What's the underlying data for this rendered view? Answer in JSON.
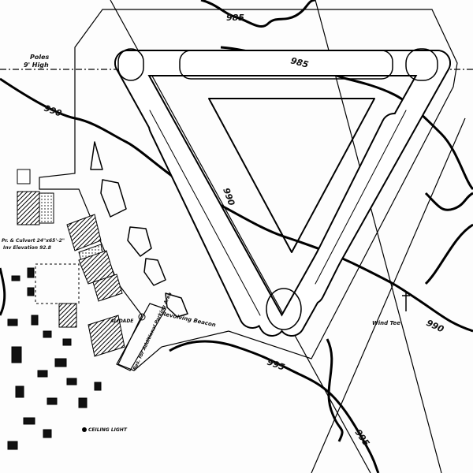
{
  "title": "Airfield layout plan",
  "labels": {
    "poles": "Poles",
    "poles_height": "9' High",
    "culvert": "Pr. & Culvert 24\"x65'-2\"",
    "inv_elevation": "Inv Elevation 92.8",
    "alidade": "ALIDADE",
    "beacon": "Revolving Beacon",
    "parking": "Res. for Additional Parking Area",
    "wind_tee": "Wind Tee",
    "ceiling_light": "CEILING LIGHT"
  },
  "contours": {
    "c985a": "985",
    "c985b": "985",
    "c990left": "990",
    "c990center": "990",
    "c990right": "990",
    "c995a": "995",
    "c995b": "995"
  }
}
